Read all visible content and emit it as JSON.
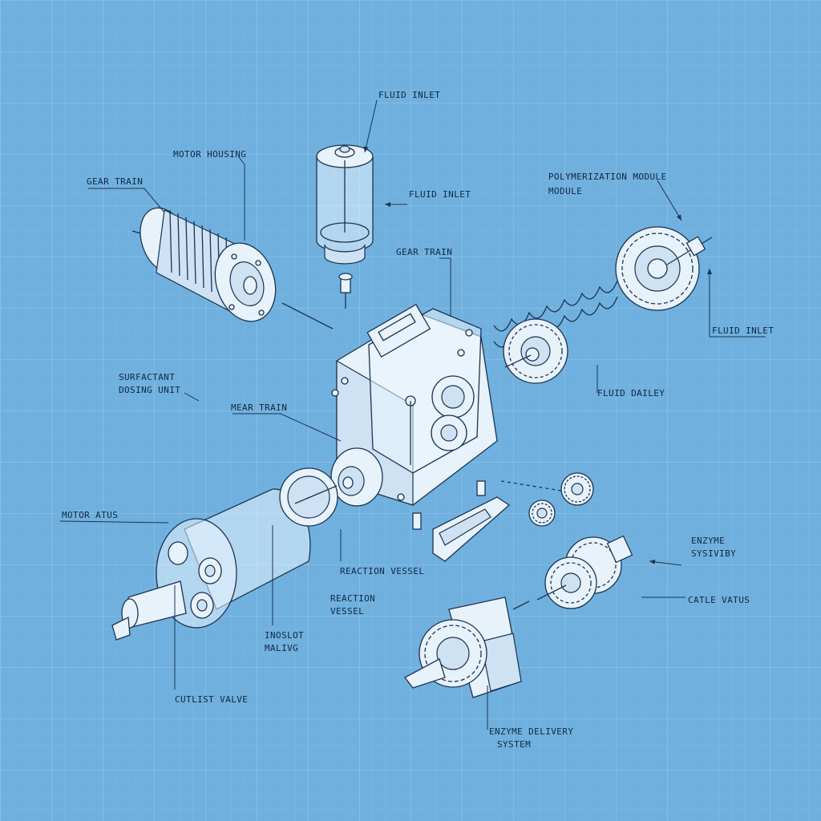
{
  "labels": {
    "fluid_inlet_top": "FLUID INLET",
    "motor_housing": "MOTOR HOUSING",
    "gear_train_left": "GEAR TRAIN",
    "fluid_inlet_mid": "FLUID INLET",
    "polymerization_module": "POLYMERIZATION MODULE",
    "polymerization_module_2": "MODULE",
    "gear_train_center": "GEAR TRAIN",
    "fluid_inlet_right": "FLUID INLET",
    "surfactant_line1": "SURFACTANT",
    "surfactant_line2": "DOSING UNIT",
    "mear_train": "MEAR TRAIN",
    "fluid_dailey": "FLUID DAILEY",
    "motor_atus": "MOTOR ATUS",
    "enzyme_line1": "ENZYME",
    "enzyme_line2": "SYSIVIBY",
    "reaction_vessel_1": "REACTION VESSEL",
    "reaction_vessel_2a": "REACTION",
    "reaction_vessel_2b": "VESSEL",
    "catle_vatus": "CATLE VATUS",
    "inoslot_1": "INOSLOT",
    "inoslot_2": "MALIVG",
    "cutlist_valve": "CUTLIST VALVE",
    "enzyme_delivery_1": "ENZYME DELIVERY",
    "enzyme_delivery_2": "SYSTEM"
  },
  "colors": {
    "background": "#6fb0de",
    "ink": "#1b3350",
    "part_fill": "#e8f2fb"
  }
}
